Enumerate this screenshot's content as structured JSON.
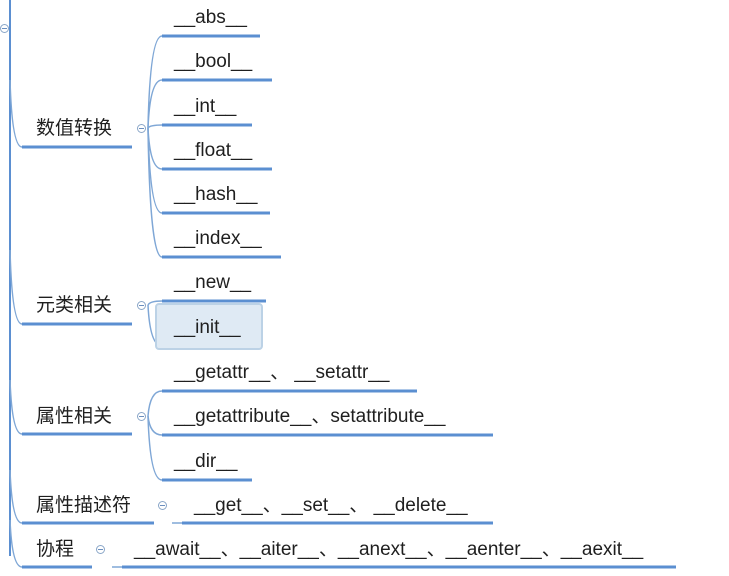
{
  "root_collapse_icon": "minus-circle-icon",
  "colors": {
    "line": "#5b8fd1",
    "connector": "#7fa7d6",
    "selection": "#dfeaf4"
  },
  "groups": [
    {
      "key": "num",
      "label": "数值转换",
      "children": [
        "__abs__",
        "__bool__",
        "__int__",
        "__float__",
        "__hash__",
        "__index__"
      ]
    },
    {
      "key": "meta",
      "label": "元类相关",
      "children": [
        "__new__",
        "__init__"
      ],
      "selected_child": "__init__"
    },
    {
      "key": "attr",
      "label": "属性相关",
      "children": [
        "__getattr__、 __setattr__",
        "__getattribute__、setattribute__",
        "__dir__"
      ]
    },
    {
      "key": "desc",
      "label": "属性描述符",
      "children": [
        "__get__、__set__、 __delete__"
      ]
    },
    {
      "key": "coro",
      "label": "协程",
      "children": [
        "__await__、__aiter__、__anext__、__aenter__、__aexit__"
      ]
    }
  ]
}
